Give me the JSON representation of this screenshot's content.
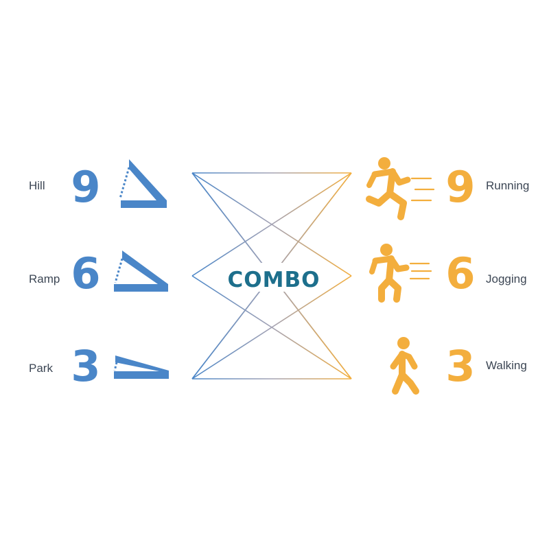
{
  "colors": {
    "blue": "#4a86c8",
    "orange": "#f3ae3d",
    "label_gray": "#3c4654",
    "center_text": "#1d6f8c"
  },
  "center": {
    "title": "COMBO"
  },
  "left_rows": [
    {
      "label": "Hill",
      "number": "9",
      "icon": "steep-incline-icon",
      "level": 3
    },
    {
      "label": "Ramp",
      "number": "6",
      "icon": "medium-incline-icon",
      "level": 2
    },
    {
      "label": "Park",
      "number": "3",
      "icon": "low-incline-icon",
      "level": 1
    }
  ],
  "right_rows": [
    {
      "label": "Running",
      "number": "9",
      "icon": "running-person-icon",
      "level": 3
    },
    {
      "label": "Jogging",
      "number": "6",
      "icon": "jogging-person-icon",
      "level": 2
    },
    {
      "label": "Walking",
      "number": "3",
      "icon": "walking-person-icon",
      "level": 1
    }
  ]
}
